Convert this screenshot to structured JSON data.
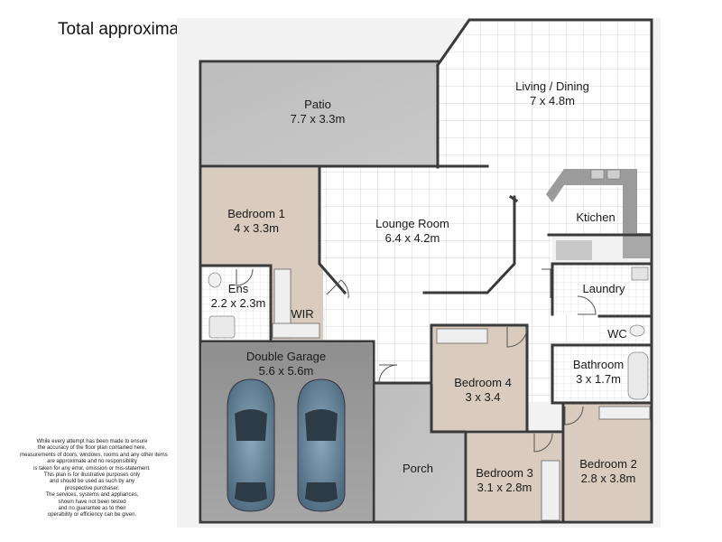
{
  "header": {
    "title_text": "Total approximate floor area = 197m",
    "title_sup": "2"
  },
  "rooms": [
    {
      "name": "Patio",
      "dims": "7.7 x 3.3m"
    },
    {
      "name": "Living / Dining",
      "dims": "7 x 4.8m"
    },
    {
      "name": "Bedroom 1",
      "dims": "4 x 3.3m"
    },
    {
      "name": "Lounge Room",
      "dims": "6.4 x 4.2m"
    },
    {
      "name": "Ktichen",
      "dims": ""
    },
    {
      "name": "Laundry",
      "dims": ""
    },
    {
      "name": "Ens",
      "dims": "2.2 x 2.3m"
    },
    {
      "name": "WIR",
      "dims": ""
    },
    {
      "name": "WC",
      "dims": ""
    },
    {
      "name": "Double Garage",
      "dims": "5.6 x 5.6m"
    },
    {
      "name": "Bedroom 4",
      "dims": "3 x 3.4"
    },
    {
      "name": "Bathroom",
      "dims": "3 x 1.7m"
    },
    {
      "name": "Porch",
      "dims": ""
    },
    {
      "name": "Bedroom 3",
      "dims": "3.1 x 2.8m"
    },
    {
      "name": "Bedroom 2",
      "dims": "2.8 x 3.8m"
    }
  ],
  "disclaimer": [
    "While every attempt has been made to ensure",
    "the accuracy of the floor plan contained here,",
    "measurements of doors, windows, rooms and any other items",
    "are approximate and no responsibility",
    "is taken for any error, omission or mis-statement.",
    "This plan is for illustrative purposes only",
    "and should be used as such by any",
    "prospective purchaser.",
    "The services, systems and appliances,",
    "shown have not been tested",
    "and no guarantee as to their",
    "operability or efficiency can be given."
  ],
  "colors": {
    "wall": "#3a3a3a",
    "tile": "#ffffff",
    "tile_grid": "#d4d4d4",
    "carpet": "#d9cbbd",
    "concrete": "#b9b9b9",
    "garage": "#9a9a9a",
    "car": "#6f8fa6"
  }
}
